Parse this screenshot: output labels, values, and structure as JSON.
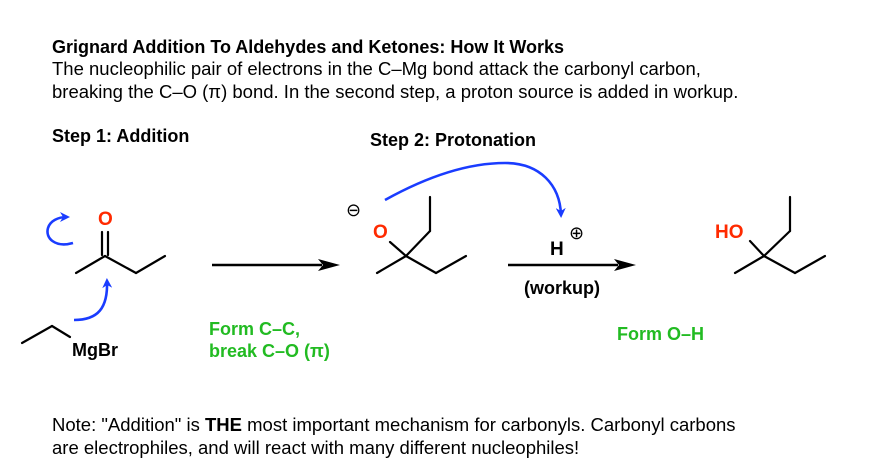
{
  "header": {
    "title": "Grignard Addition To Aldehydes and Ketones: How It Works",
    "intro_line1": "The nucleophilic pair of electrons in the C–Mg bond attack the carbonyl carbon,",
    "intro_line2": "breaking the C–O (π) bond. In the second step, a proton source is added in workup."
  },
  "steps": {
    "step1": "Step 1: Addition",
    "step2": "Step 2: Protonation"
  },
  "molecules": {
    "ketone_oxygen": "O",
    "grignard_label": "MgBr",
    "alkoxide_oxygen": "O",
    "alkoxide_charge": "⊖",
    "proton": "H",
    "proton_charge": "⊕",
    "product_hydroxyl": "HO"
  },
  "arrows": {
    "reaction2_condition": "(workup)"
  },
  "annotations": {
    "step1_line1": "Form C–C,",
    "step1_line2": "break C–O (π)",
    "step2": "Form O–H"
  },
  "note": {
    "prefix": "Note: \"Addition\" is ",
    "bold": "THE",
    "suffix": " most important mechanism for carbonyls. Carbonyl carbons",
    "line2": "are electrophiles, and will react with many different nucleophiles!"
  },
  "colors": {
    "arrow_blue": "#1a3cff",
    "annotation_green": "#22bb22",
    "oxygen_red": "#ff2a00"
  }
}
